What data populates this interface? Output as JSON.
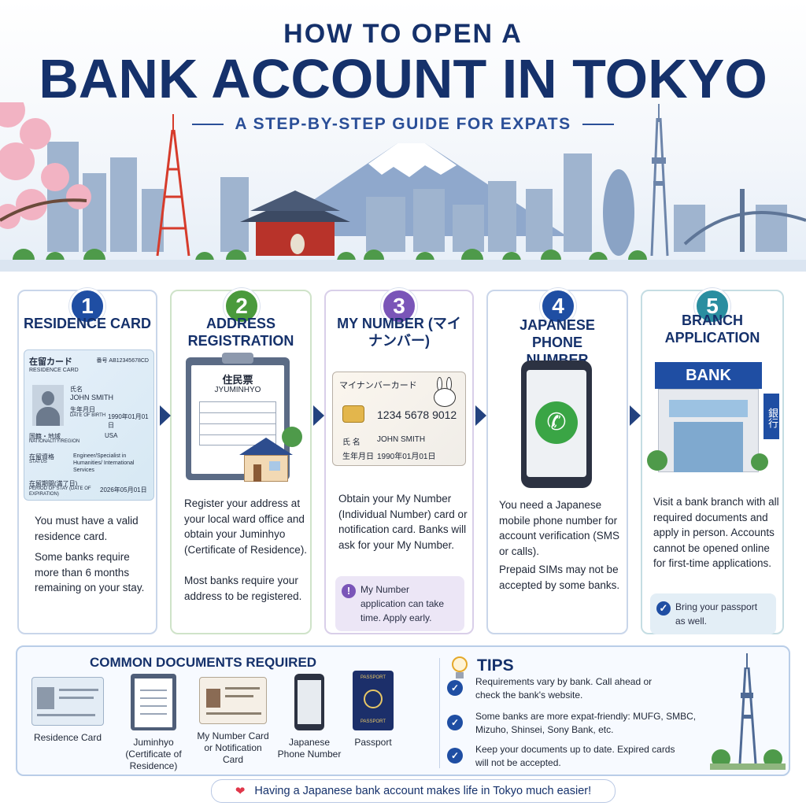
{
  "header": {
    "title_top": "HOW TO OPEN A",
    "title_main": "BANK ACCOUNT IN TOKYO",
    "subtitle": "A STEP-BY-STEP GUIDE FOR EXPATS"
  },
  "steps": [
    {
      "number": "1",
      "color": "#1f4ea3",
      "title": "RESIDENCE CARD",
      "card_image": {
        "header_jp": "在留カード",
        "number_label": "番号 AB12345678CD",
        "header_en": "RESIDENCE CARD",
        "name_jp": "氏名",
        "name": "JOHN SMITH",
        "dob_jp": "生年月日",
        "dob_en": "DATE OF BIRTH",
        "dob_value": "1990年01月01日",
        "nat_jp": "国籍・地域",
        "nat_en": "NATIONALITY/REGION",
        "nat_value": "USA",
        "status_jp": "在留資格",
        "status_en": "STATUS",
        "status_value": "Engineer/Specialist in Humanities/ International Services",
        "exp_jp": "在留期間(満了日)",
        "exp_en": "PERIOD OF STAY (DATE OF EXPIRATION)",
        "exp_value": "2026年05月01日"
      },
      "text1": "You must have a valid residence card.",
      "text2": "Some banks require more than 6 months remaining on your stay."
    },
    {
      "number": "2",
      "color": "#4a9a3c",
      "title": "ADDRESS REGISTRATION",
      "doc_title_jp": "住民票",
      "doc_title_en": "JYUMINHYO",
      "text1": "Register your address at your local ward office and obtain your Juminhyo (Certificate of Residence).",
      "text2": "Most banks require your address to be registered."
    },
    {
      "number": "3",
      "color": "#7a55b8",
      "title": "MY NUMBER (マイナンバー)",
      "card_title_jp": "マイナンバーカード",
      "card_number": "1234 5678 9012",
      "name_jp": "氏 名",
      "name": "JOHN SMITH",
      "dob_jp": "生年月日",
      "dob_value": "1990年01月01日",
      "text1": "Obtain your My Number (Individual Number) card or notification card. Banks will ask for your My Number.",
      "note": "My Number application can take time. Apply early.",
      "note_icon": "!"
    },
    {
      "number": "4",
      "color": "#1f4ea3",
      "title": "JAPANESE PHONE NUMBER",
      "text1": "You need a Japanese mobile phone number for account verification (SMS or calls).",
      "text2": "Prepaid SIMs may not be accepted by some banks."
    },
    {
      "number": "5",
      "color": "#2a8ea0",
      "title": "BRANCH APPLICATION",
      "bank_sign": "BANK",
      "bank_side_sign": "銀行",
      "text1": "Visit a bank branch with all required documents and apply in person. Accounts cannot be opened online for first-time applications.",
      "note": "Bring your passport as well.",
      "note_icon": "✓"
    }
  ],
  "documents": {
    "title": "COMMON DOCUMENTS REQUIRED",
    "items": [
      {
        "label": "Residence Card",
        "icon": "residence-card-icon"
      },
      {
        "label": "Juminhyo (Certificate of Residence)",
        "icon": "juminhyo-icon"
      },
      {
        "label": "My Number Card or Notification Card",
        "icon": "my-number-card-icon"
      },
      {
        "label": "Japanese Phone Number",
        "icon": "phone-icon"
      },
      {
        "label": "Passport",
        "icon": "passport-icon",
        "cover_text_top": "PASSPORT",
        "cover_text_bottom": "PASSPORT"
      }
    ]
  },
  "tips": {
    "title": "TIPS",
    "items": [
      "Requirements vary by bank. Call ahead or check the bank's website.",
      "Some banks are more expat-friendly: MUFG, SMBC, Mizuho, Shinsei, Sony Bank, etc.",
      "Keep your documents up to date. Expired cards will not be accepted."
    ]
  },
  "footer": {
    "text": "Having a Japanese bank account makes life in Tokyo much easier!"
  },
  "colors": {
    "navy": "#15316b",
    "step1": "#1f4ea3",
    "step2": "#4a9a3c",
    "step3": "#7a55b8",
    "step4": "#1f4ea3",
    "step5": "#2a8ea0"
  }
}
